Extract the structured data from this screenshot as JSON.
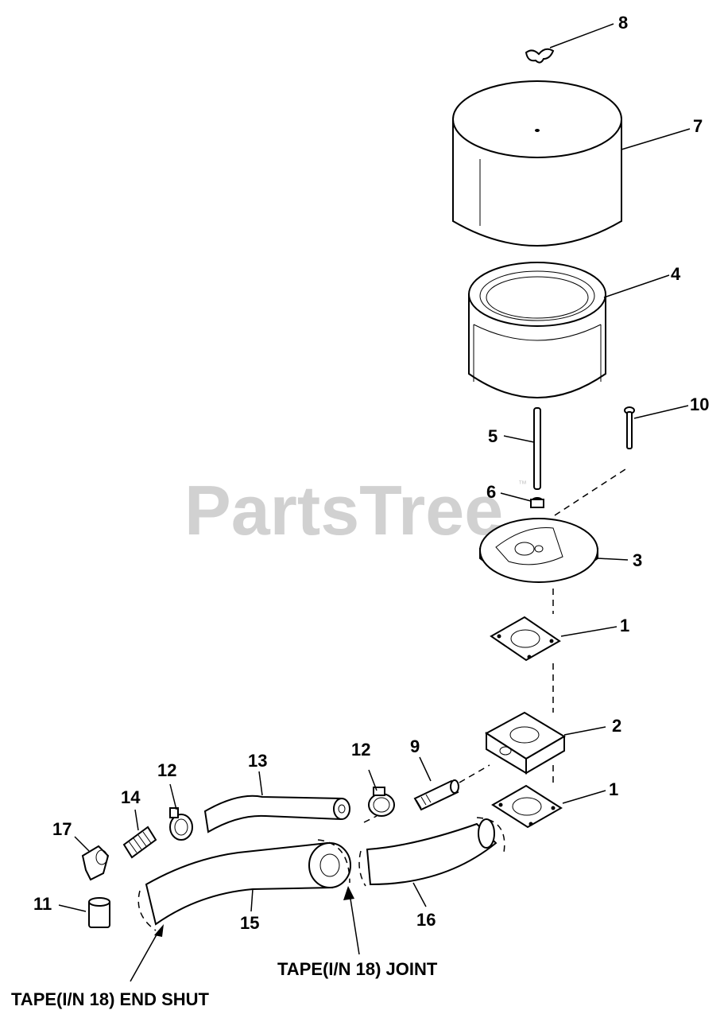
{
  "watermark": {
    "text": "PartsTree",
    "trademark": "™"
  },
  "callouts": [
    "8",
    "7",
    "4",
    "10",
    "5",
    "6",
    "3",
    "1",
    "2",
    "1",
    "12",
    "9",
    "13",
    "12",
    "14",
    "17",
    "11",
    "15",
    "16"
  ],
  "notes": {
    "joint": "TAPE(I/N 18) JOINT",
    "end_shut": "TAPE(I/N 18) END SHUT"
  }
}
